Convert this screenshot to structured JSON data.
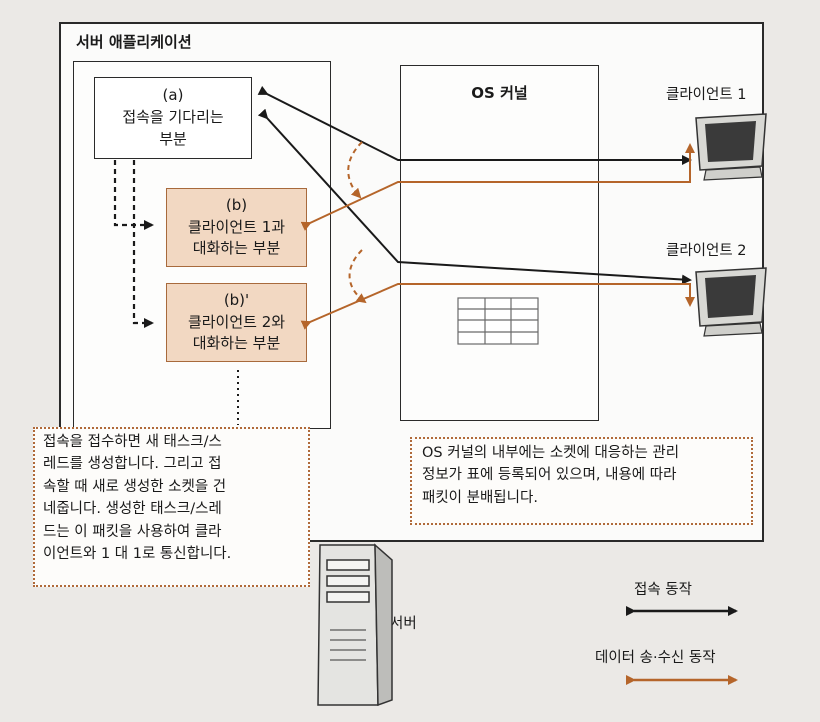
{
  "server_app": {
    "title": "서버 애플리케이션"
  },
  "box_a": {
    "tag": "(a)",
    "line1": "접속을 기다리는",
    "line2": "부분"
  },
  "box_b": {
    "tag": "(b)",
    "line1": "클라이언트 1과",
    "line2": "대화하는 부분"
  },
  "box_b2": {
    "tag": "(b)'",
    "line1": "클라이언트 2와",
    "line2": "대화하는 부분"
  },
  "os": {
    "title": "OS 커널"
  },
  "clients": [
    {
      "label": "클라이언트 1"
    },
    {
      "label": "클라이언트 2"
    }
  ],
  "notes": {
    "left": [
      "접속을 접수하면 새 태스크/스",
      "레드를 생성합니다. 그리고 접",
      "속할 때 새로 생성한 소켓을 건",
      "네줍니다. 생성한 태스크/스레",
      "드는 이 패킷을 사용하여 클라",
      "이언트와 1 대 1로 통신합니다."
    ],
    "right": [
      "OS 커널의 내부에는 소켓에 대응하는 관리",
      "정보가 표에 등록되어 있으며, 내용에 따라",
      "패킷이 분배됩니다."
    ]
  },
  "server": {
    "label": "서버"
  },
  "legend": {
    "connect": "접속 동작",
    "data": "데이터 송·수신 동작"
  },
  "colors": {
    "connect_arrow": "#1a1a1a",
    "data_arrow": "#b5652a",
    "box_fill": "#f2d8c2",
    "box_border": "#a86a3c"
  }
}
